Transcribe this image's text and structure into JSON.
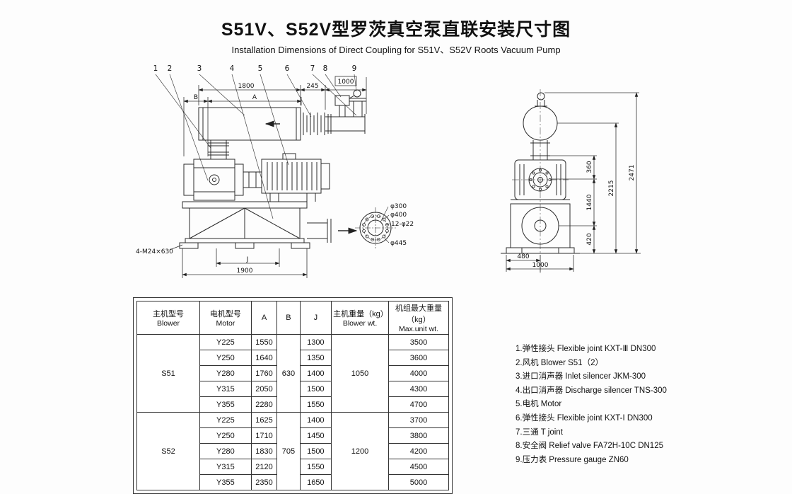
{
  "title": {
    "zh": "S51V、S52V型罗茨真空泵直联安装尺寸图",
    "en": "Installation Dimensions of Direct Coupling for S51V、S52V Roots Vacuum Pump"
  },
  "front_view": {
    "callouts": [
      "1",
      "2",
      "3",
      "4",
      "5",
      "6",
      "7",
      "8",
      "9"
    ],
    "dim_1800": "1800",
    "dim_245": "245",
    "dim_1000": "1000",
    "dim_B": "B",
    "dim_A": "A",
    "dim_J": "J",
    "dim_1900": "1900",
    "anchor_note": "4-M24×630",
    "flange": {
      "d300": "φ300",
      "d400": "φ400",
      "bolts": "12-φ22",
      "d445": "φ445"
    }
  },
  "side_view": {
    "dim_360": "360",
    "dim_2215": "2215",
    "dim_2471": "2471",
    "dim_1440": "1440",
    "dim_420": "420",
    "dim_480": "480",
    "dim_1000": "1000"
  },
  "table": {
    "headers": {
      "blower_zh": "主机型号",
      "blower_en": "Blower",
      "motor_zh": "电机型号",
      "motor_en": "Motor",
      "a": "A",
      "b": "B",
      "j": "J",
      "blower_wt_zh": "主机重量（kg）",
      "blower_wt_en": "Blower wt.",
      "max_wt_zh": "机组最大重量（kg）",
      "max_wt_en": "Max.unit wt."
    },
    "groups": [
      {
        "blower": "S51",
        "b": "630",
        "weight": "1050",
        "rows": [
          {
            "motor": "Y225",
            "a": "1550",
            "j": "1300",
            "max": "3500"
          },
          {
            "motor": "Y250",
            "a": "1640",
            "j": "1350",
            "max": "3600"
          },
          {
            "motor": "Y280",
            "a": "1760",
            "j": "1400",
            "max": "4000"
          },
          {
            "motor": "Y315",
            "a": "2050",
            "j": "1500",
            "max": "4300"
          },
          {
            "motor": "Y355",
            "a": "2280",
            "j": "1550",
            "max": "4700"
          }
        ]
      },
      {
        "blower": "S52",
        "b": "705",
        "weight": "1200",
        "rows": [
          {
            "motor": "Y225",
            "a": "1625",
            "j": "1400",
            "max": "3700"
          },
          {
            "motor": "Y250",
            "a": "1710",
            "j": "1450",
            "max": "3800"
          },
          {
            "motor": "Y280",
            "a": "1830",
            "j": "1500",
            "max": "4200"
          },
          {
            "motor": "Y315",
            "a": "2120",
            "j": "1550",
            "max": "4500"
          },
          {
            "motor": "Y355",
            "a": "2350",
            "j": "1650",
            "max": "5000"
          }
        ]
      }
    ]
  },
  "legend": {
    "items": [
      "1.弹性接头 Flexible joint KXT-Ⅲ DN300",
      "2.风机 Blower S51（2）",
      "3.进口消声器 Inlet silencer JKM-300",
      "4.出口消声器 Discharge silencer TNS-300",
      "5.电机 Motor",
      "6.弹性接头 Flexible joint KXT-I DN300",
      "7.三通 T joint",
      "8.安全阀 Relief valve FA72H-10C DN125",
      "9.压力表 Pressure gauge ZN60"
    ]
  }
}
